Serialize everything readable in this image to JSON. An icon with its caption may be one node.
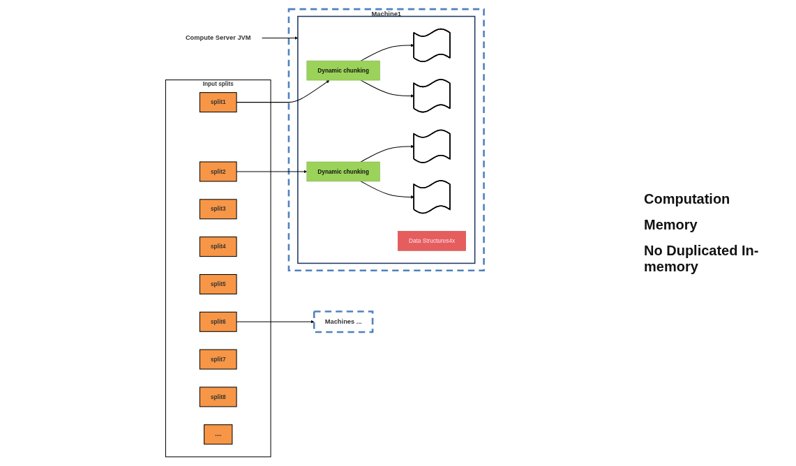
{
  "diagram": {
    "nodes": [
      {
        "text": [
          "Compute Server JVM"
        ]
      },
      {
        "text": [
          "Machine1"
        ]
      },
      {
        "text": [
          "Input splits"
        ]
      },
      {
        "text": [
          "split1"
        ],
        "in": 2
      },
      {
        "text": [
          "split2"
        ],
        "in": 2
      },
      {
        "text": [
          "split3"
        ],
        "in": 2
      },
      {
        "text": [
          "split4"
        ],
        "in": 2
      },
      {
        "text": [
          "split5"
        ],
        "in": 2
      },
      {
        "text": [
          "split6"
        ],
        "in": 2
      },
      {
        "text": [
          "split7"
        ],
        "in": 2
      },
      {
        "text": [
          "split8"
        ],
        "in": 2
      },
      {
        "text": [
          "...."
        ],
        "in": 2
      },
      {
        "text": [],
        "shape": "box",
        "in": 1
      },
      {
        "text": [
          "Dynamic chunking"
        ],
        "in": 12
      },
      {
        "text": [],
        "shape": "squiggle",
        "in": 12
      },
      {
        "text": [],
        "shape": "squiggle",
        "in": 12
      },
      {
        "text": [
          "Dynamic chunking"
        ],
        "in": 12
      },
      {
        "text": [],
        "shape": "squiggle",
        "in": 12
      },
      {
        "text": [],
        "shape": "squiggle",
        "in": 12
      },
      {
        "text": [
          "Data Structures4x"
        ],
        "in": 12
      },
      {
        "text": [
          "Machines ..."
        ]
      }
    ],
    "edges": [
      {
        "from": 0,
        "to": 12,
        "arrow": "to"
      },
      {
        "from": 3,
        "to": 13,
        "arrow": "to"
      },
      {
        "from": 4,
        "to": 16,
        "arrow": "to"
      },
      {
        "from": 13,
        "to": 14,
        "arrow": "to"
      },
      {
        "from": 13,
        "to": 15,
        "arrow": "to"
      },
      {
        "from": 16,
        "to": 17,
        "arrow": "to"
      },
      {
        "from": 16,
        "to": 18,
        "arrow": "to"
      },
      {
        "from": 8,
        "to": 20,
        "arrow": "to"
      }
    ],
    "labels": [
      "Computation",
      "Memory",
      "No Duplicated In-memory"
    ]
  }
}
